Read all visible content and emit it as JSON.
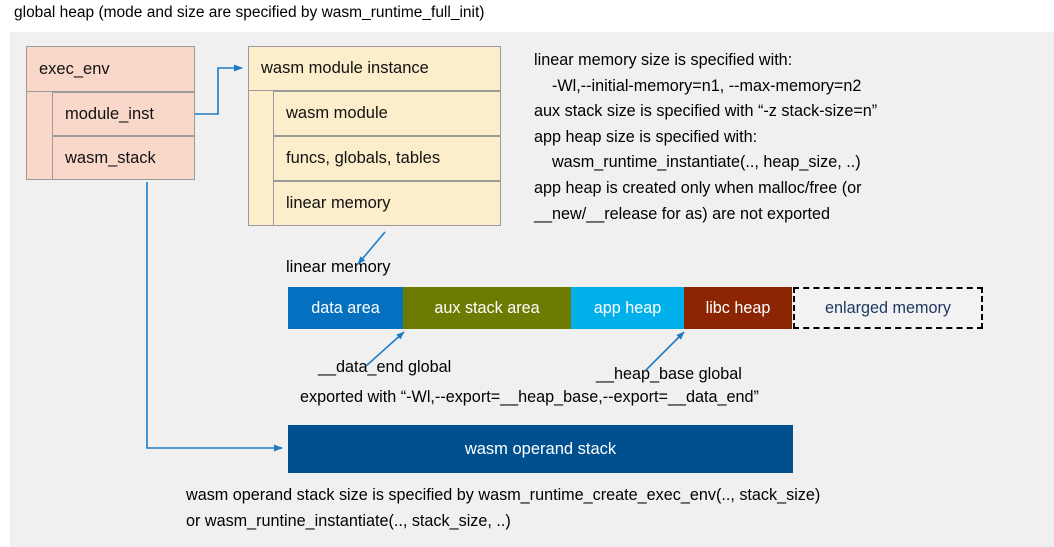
{
  "title": "global heap (mode and size are specified by wasm_runtime_full_init)",
  "colors": {
    "panel_bg": "#f0f0f0",
    "exec_env_fill": "#f9d8ca",
    "module_inst_fill": "#fceecb",
    "box_border": "#9a9a9a",
    "arrow": "#1f7ac4",
    "data_area": "#0570c0",
    "aux_stack_area": "#6e7b02",
    "app_heap": "#00b0ea",
    "libc_heap": "#8c2503",
    "enlarged_memory_fill": "#f2f2f2",
    "enlarged_memory_text": "#1f3864",
    "operand_stack": "#00508f"
  },
  "exec_env_box": {
    "header": "exec_env",
    "fields": [
      {
        "label": "module_inst"
      },
      {
        "label": "wasm_stack"
      }
    ]
  },
  "module_instance_box": {
    "header": "wasm module instance",
    "fields": [
      {
        "label": "wasm module"
      },
      {
        "label": "funcs, globals, tables"
      },
      {
        "label": "linear memory"
      }
    ]
  },
  "description": "linear memory size is specified with:\n    -Wl,--initial-memory=n1, --max-memory=n2\naux stack size is specified with “-z stack-size=n”\napp heap size is specified with:\n    wasm_runtime_instantiate(.., heap_size, ..)\napp heap is created only when malloc/free (or\n__new/__release for as) are not exported",
  "linear_memory": {
    "label": "linear memory",
    "segments": [
      {
        "label": "data area",
        "color": "#0570c0",
        "width": 115,
        "text_color": "#ffffff"
      },
      {
        "label": "aux stack area",
        "color": "#6e7b02",
        "width": 168,
        "text_color": "#ffffff"
      },
      {
        "label": "app heap",
        "color": "#00b0ea",
        "width": 113,
        "text_color": "#ffffff"
      },
      {
        "label": "libc heap",
        "color": "#8c2503",
        "width": 108,
        "text_color": "#ffffff"
      },
      {
        "label": "enlarged memory",
        "color": "#f2f2f2",
        "width": 190,
        "text_color": "#1f3864"
      }
    ]
  },
  "annotations": {
    "data_end": "__data_end global",
    "heap_base": "__heap_base global",
    "export_note": "exported with “-Wl,--export=__heap_base,--export=__data_end”"
  },
  "operand_stack": {
    "label": "wasm operand stack",
    "note": "wasm operand stack size is specified by wasm_runtime_create_exec_env(.., stack_size)\nor wasm_runtine_instantiate(.., stack_size, ..)"
  }
}
